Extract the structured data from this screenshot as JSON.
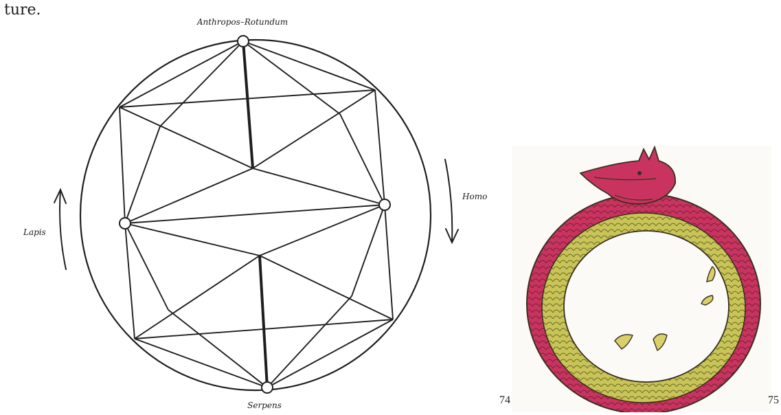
{
  "page": {
    "top_fragment": "ture."
  },
  "diagram": {
    "labels": {
      "top": "Anthropos–Rotundum",
      "bottom": "Serpens",
      "left": "Lapis",
      "right": "Homo"
    },
    "arrows": {
      "left": "up",
      "right": "down"
    }
  },
  "plate": {
    "subject": "ouroboros serpent",
    "colors": {
      "outer_body": "#c8345f",
      "inner_body": "#c8c458",
      "outline": "#3a2f1e"
    }
  },
  "page_numbers": {
    "left": "74",
    "right": "75"
  }
}
